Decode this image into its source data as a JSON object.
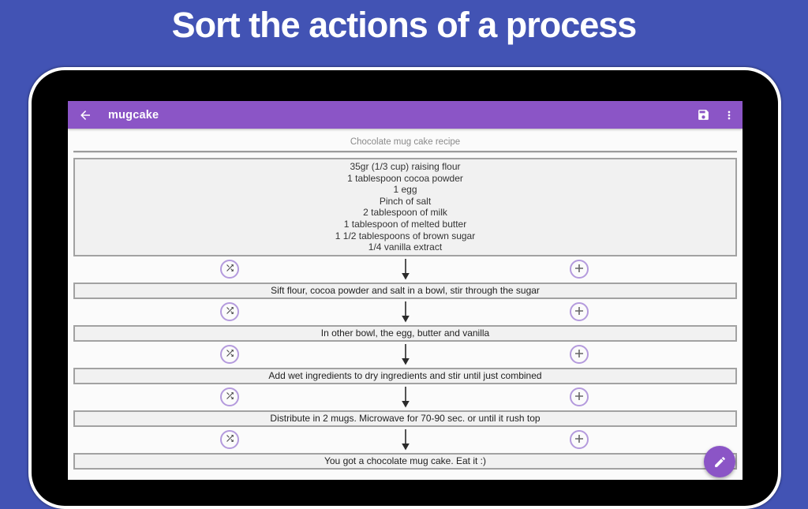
{
  "banner": {
    "title": "Sort the actions of a process"
  },
  "app": {
    "toolbar": {
      "title": "mugcake",
      "back_icon": "arrow-left",
      "save_icon": "save-floppy",
      "overflow_icon": "vertical-dots"
    },
    "process_title": "Chocolate mug cake recipe",
    "ingredients": [
      "35gr (1/3 cup) raising flour",
      "1 tablespoon cocoa powder",
      "1 egg",
      "Pinch of salt",
      "2 tablespoon of milk",
      "1 tablespoon of melted butter",
      "1 1/2 tablespoons of brown sugar",
      "1/4 vanilla extract"
    ],
    "steps": [
      "Sift flour, cocoa powder and salt in a bowl, stir through the sugar",
      "In other bowl, the egg, butter and vanilla",
      "Add wet ingredients to dry ingredients and stir until just combined",
      "Distribute in 2 mugs. Microwave for 70-90 sec. or until it rush top",
      "You got a chocolate mug cake. Eat it :)"
    ],
    "row_icons": {
      "left": "shuffle-icon",
      "center": "arrow-down-icon",
      "right": "plus-icon"
    },
    "fab_icon": "pencil-icon",
    "colors": {
      "background": "#4253b4",
      "toolbar": "#8b55c6",
      "circle_border": "#b49add",
      "box_bg": "#f1f1f1",
      "box_border": "#a2a2a2",
      "fab": "#8b55c6"
    }
  }
}
